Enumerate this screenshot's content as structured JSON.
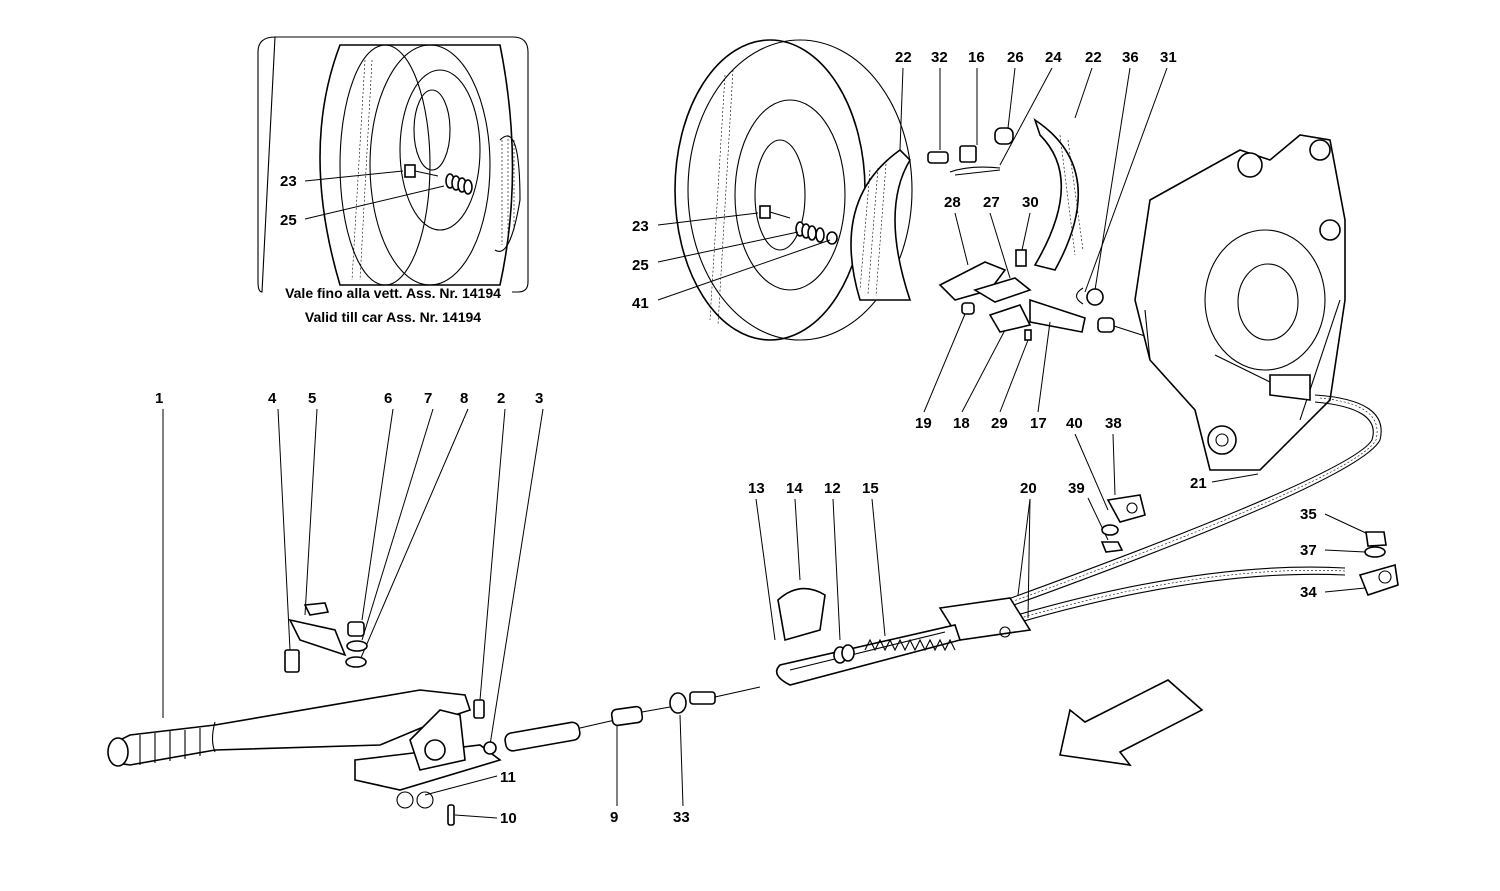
{
  "inset": {
    "caption_it": "Vale fino alla vett. Ass. Nr. 14194",
    "caption_en": "Valid till car Ass. Nr. 14194"
  },
  "callouts": {
    "c1": "1",
    "c2": "2",
    "c3": "3",
    "c4": "4",
    "c5": "5",
    "c6": "6",
    "c7": "7",
    "c8": "8",
    "c9": "9",
    "c10": "10",
    "c11": "11",
    "c12": "12",
    "c13": "13",
    "c14": "14",
    "c15": "15",
    "c16": "16",
    "c17": "17",
    "c18": "18",
    "c19": "19",
    "c20": "20",
    "c21": "21",
    "c22a": "22",
    "c22b": "22",
    "c23a": "23",
    "c23b": "23",
    "c24": "24",
    "c25a": "25",
    "c25b": "25",
    "c26": "26",
    "c27": "27",
    "c28": "28",
    "c29": "29",
    "c30": "30",
    "c31": "31",
    "c32": "32",
    "c33": "33",
    "c34": "34",
    "c35": "35",
    "c36": "36",
    "c37": "37",
    "c38": "38",
    "c39": "39",
    "c40": "40",
    "c41": "41"
  },
  "icons": {
    "direction_arrow": "front-direction-arrow-icon"
  }
}
